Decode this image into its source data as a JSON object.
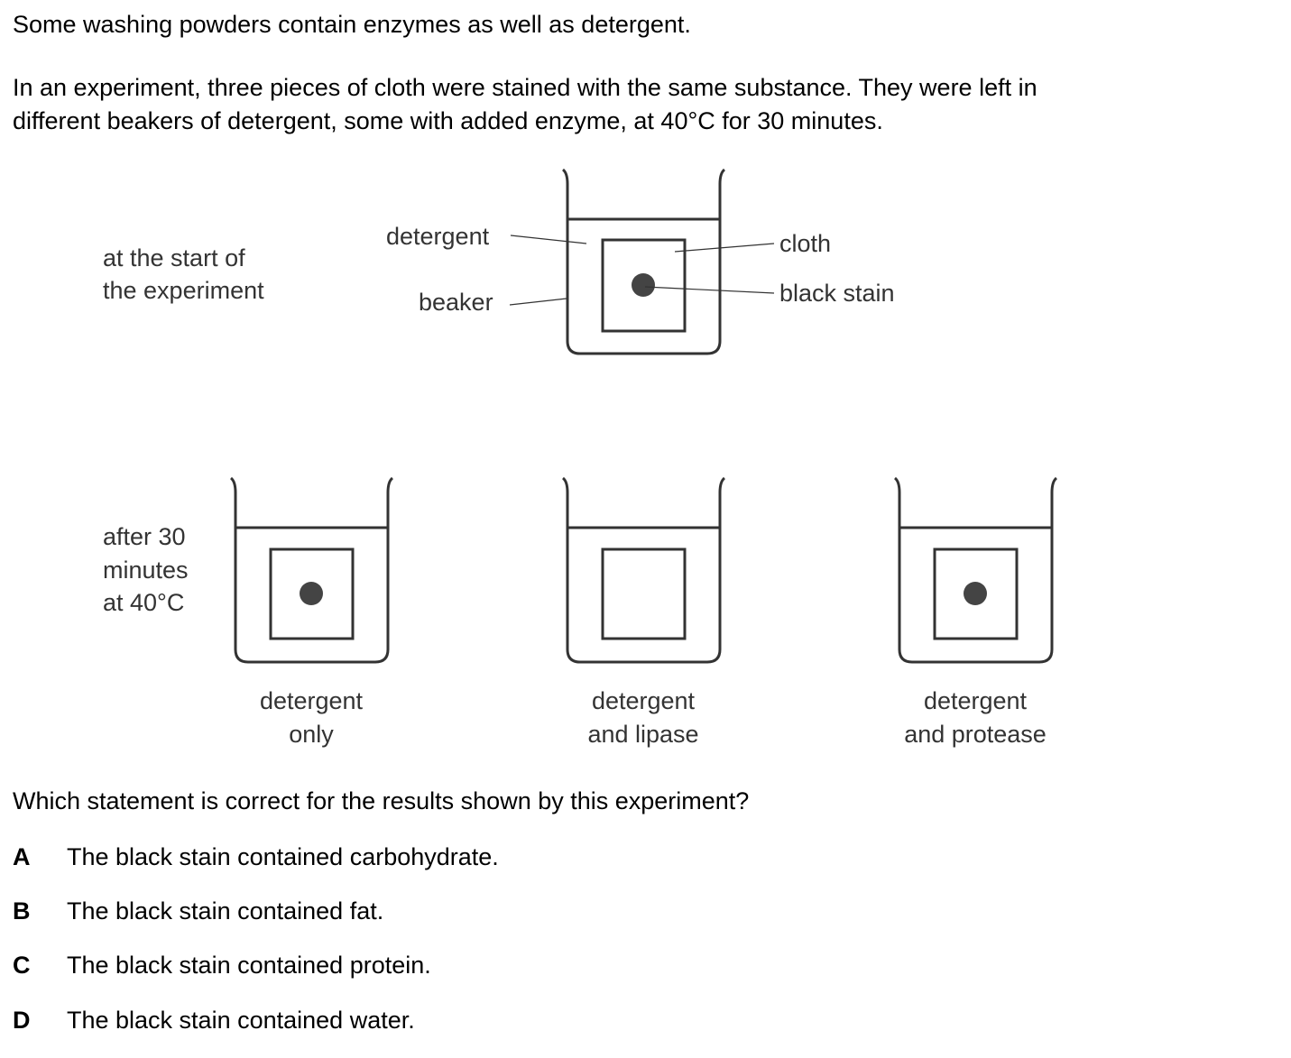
{
  "intro": "Some washing powders contain enzymes as well as detergent.",
  "description_line1": "In an experiment, three pieces of cloth were stained with the same substance. They were left in",
  "description_line2": "different beakers of detergent, some with added enzyme, at 40°C for 30 minutes.",
  "diagram": {
    "start_label_line1": "at the start of",
    "start_label_line2": "the experiment",
    "after_label_line1": "after 30",
    "after_label_line2": "minutes",
    "after_label_line3": "at 40°C",
    "part_labels": {
      "detergent": "detergent",
      "beaker": "beaker",
      "cloth": "cloth",
      "stain": "black stain"
    },
    "beakers": [
      {
        "caption_line1": "detergent",
        "caption_line2": "only",
        "stain_remaining": true
      },
      {
        "caption_line1": "detergent",
        "caption_line2": "and lipase",
        "stain_remaining": false
      },
      {
        "caption_line1": "detergent",
        "caption_line2": "and protease",
        "stain_remaining": true
      }
    ]
  },
  "question": "Which statement is correct for the results shown by this experiment?",
  "options": [
    {
      "letter": "A",
      "text": "The black stain contained carbohydrate."
    },
    {
      "letter": "B",
      "text": "The black stain contained fat."
    },
    {
      "letter": "C",
      "text": "The black stain contained protein."
    },
    {
      "letter": "D",
      "text": "The black stain contained water."
    }
  ]
}
